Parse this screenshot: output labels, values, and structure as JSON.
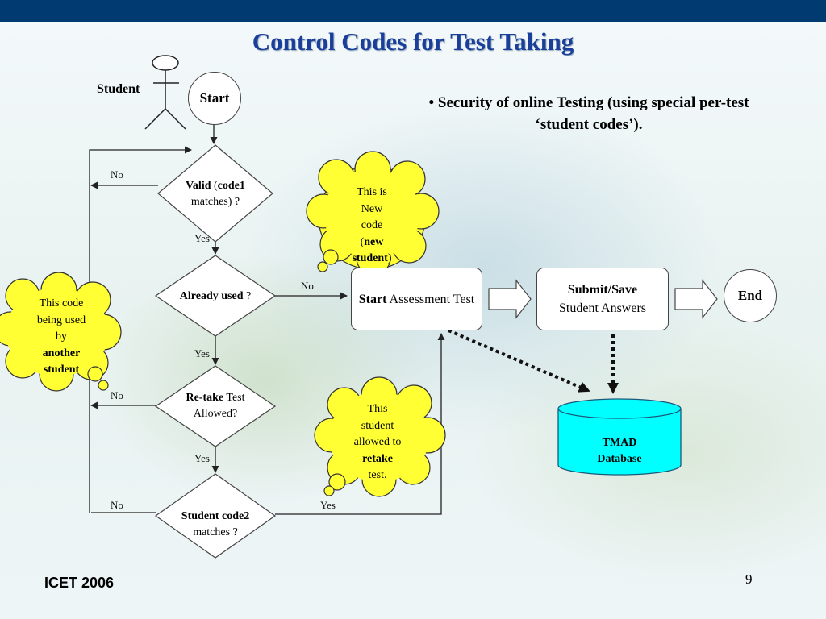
{
  "title": "Control Codes for Test Taking",
  "bullet": {
    "dot": "•",
    "text": "Security of online Testing (using special per-test ‘student codes’)."
  },
  "actor_label": "Student",
  "start_label": "Start",
  "end_label": "End",
  "decisions": {
    "valid": {
      "b1": "Valid",
      "p1": " (",
      "b2": "code1",
      "p2": " matches) ?"
    },
    "already": {
      "b1": "Already used",
      "p1": " ?"
    },
    "retake": {
      "b1": "Re-take",
      "p1": " Test Allowed?"
    },
    "code2": {
      "b1": "Student code2",
      "p1": " matches ?"
    }
  },
  "process_boxes": {
    "assessment": {
      "b": "Start",
      "rest": " Assessment Test"
    },
    "submit": {
      "b": "Submit/Save",
      "rest": "Student Answers"
    }
  },
  "database": {
    "line1": "TMAD",
    "line2": "Database"
  },
  "edge_labels": {
    "no_valid": "No",
    "yes_valid": "Yes",
    "no_already": "No",
    "yes_already": "Yes",
    "no_retake": "No",
    "yes_retake": "Yes",
    "no_code2": "No",
    "yes_code2": "Yes"
  },
  "clouds": {
    "new_code": {
      "l1": "This is",
      "l2": "New",
      "l3": "code",
      "l4a": "(",
      "l4b": "new",
      "l5b": "student",
      "l5a": ")"
    },
    "used": {
      "l1": "This code",
      "l2": "being used",
      "l3": "by",
      "l4b": "another",
      "l5b": "student"
    },
    "retake": {
      "l1": "This",
      "l2": "student",
      "l3": "allowed to",
      "l4b": "retake",
      "l5": "test."
    }
  },
  "footer": "ICET 2006",
  "page_number": "9",
  "colors": {
    "top_bar": "#003a70",
    "title": "#1a3f9a",
    "cloud": "#ffff33",
    "database": "#00ffff",
    "arrow": "#333333"
  }
}
